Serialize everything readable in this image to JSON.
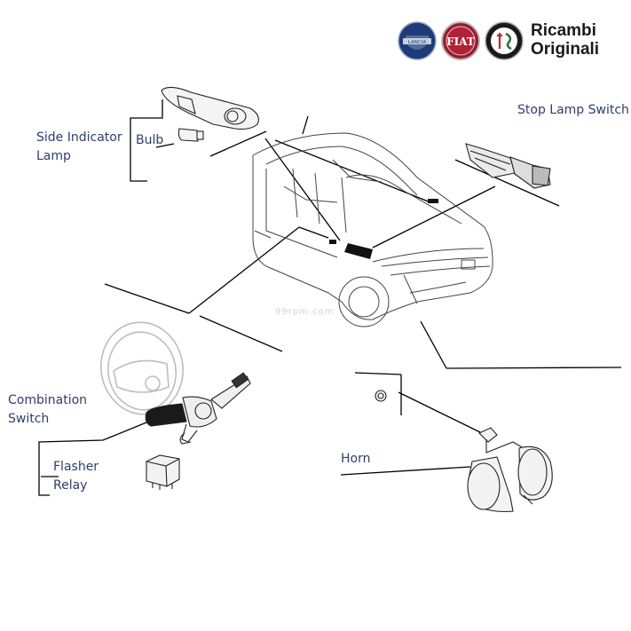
{
  "brand": {
    "line1": "Ricambi",
    "line2": "Originali",
    "logos": [
      "LANCIA",
      "FIAT",
      "ALFA ROMEO"
    ],
    "colors": {
      "lancia": "#1f3a78",
      "fiat": "#9b1b2a",
      "alfa": "#2f6b3a"
    }
  },
  "watermark": "99rpm.com",
  "labels": {
    "side_indicator_l1": "Side Indicator",
    "side_indicator_l2": "Lamp",
    "bulb": "Bulb",
    "stop_lamp_switch": "Stop Lamp Switch",
    "combination_l1": "Combination",
    "combination_l2": "Switch",
    "flasher_l1": "Flasher",
    "flasher_l2": "Relay",
    "horn": "Horn"
  },
  "colors": {
    "label_text": "#2f3d6b",
    "line": "#000000",
    "part": "#333333"
  }
}
